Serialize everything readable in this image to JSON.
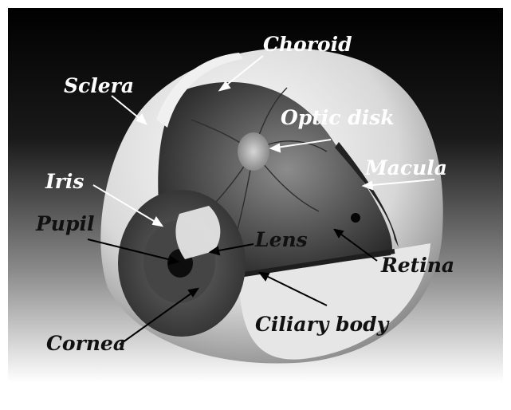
{
  "labels": {
    "choroid": "Choroid",
    "sclera": "Sclera",
    "optic_disk": "Optic disk",
    "macula": "Macula",
    "iris": "Iris",
    "pupil": "Pupil",
    "lens": "Lens",
    "retina": "Retina",
    "ciliary_body": "Ciliary body",
    "cornea": "Cornea"
  },
  "colors": {
    "background_top": "#000000",
    "background_bottom": "#ffffff",
    "label_light": "#ffffff",
    "label_dark": "#111111"
  }
}
